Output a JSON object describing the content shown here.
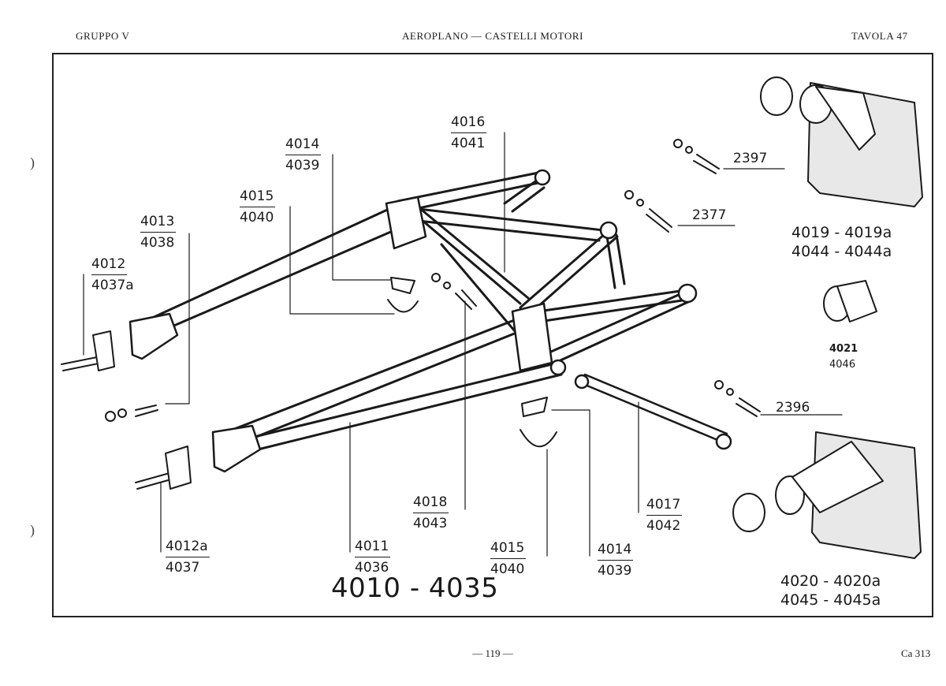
{
  "header": {
    "left": "GRUPPO V",
    "center": "AEROPLANO — CASTELLI MOTORI",
    "right": "TAVOLA 47"
  },
  "diagram": {
    "title": "4010 - 4035",
    "labels": [
      {
        "id": "l4012",
        "top": "4012",
        "bottom": "4037a"
      },
      {
        "id": "l4013",
        "top": "4013",
        "bottom": "4038"
      },
      {
        "id": "l4015a",
        "top": "4015",
        "bottom": "4040"
      },
      {
        "id": "l4014a",
        "top": "4014",
        "bottom": "4039"
      },
      {
        "id": "l4016",
        "top": "4016",
        "bottom": "4041"
      },
      {
        "id": "l2397",
        "top": "2397"
      },
      {
        "id": "l2377",
        "top": "2377"
      },
      {
        "id": "l4019",
        "top": "4019 - 4019a",
        "bottom": "4044 - 4044a"
      },
      {
        "id": "l4021",
        "top": "4021",
        "bottom": "4046"
      },
      {
        "id": "l2396",
        "top": "2396"
      },
      {
        "id": "l4018",
        "top": "4018",
        "bottom": "4043"
      },
      {
        "id": "l4017",
        "top": "4017",
        "bottom": "4042"
      },
      {
        "id": "l4012a",
        "top": "4012a",
        "bottom": "4037"
      },
      {
        "id": "l4011",
        "top": "4011",
        "bottom": "4036"
      },
      {
        "id": "l4015b",
        "top": "4015",
        "bottom": "4040"
      },
      {
        "id": "l4014b",
        "top": "4014",
        "bottom": "4039"
      },
      {
        "id": "l4020",
        "top": "4020 - 4020a",
        "bottom": "4045 - 4045a"
      }
    ]
  },
  "footer": {
    "page_number": "— 119 —",
    "plate_code": "Ca 313"
  }
}
